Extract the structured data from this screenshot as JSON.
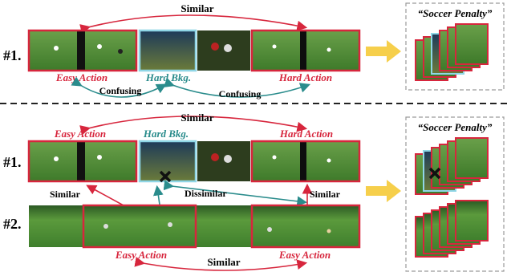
{
  "colors": {
    "red": "#d7263d",
    "teal": "#2a8c8c",
    "arrow_yellow": "#f6cf4b",
    "field_green": "#4b8a2b",
    "field_dark": "#2f5f22",
    "black": "#111111",
    "dash": "#222222",
    "box_border": "#9a9a9a"
  },
  "top": {
    "row_label": "#1.",
    "similar": "Similar",
    "confusing_left": "Confusing",
    "confusing_right": "Confusing",
    "easy_action": "Easy Action",
    "hard_bkg": "Hard Bkg.",
    "hard_action": "Hard Action",
    "query": "“Soccer Penalty”"
  },
  "bottom": {
    "row1_label": "#1.",
    "row2_label": "#2.",
    "similar_top": "Similar",
    "easy_action_top": "Easy Action",
    "hard_bkg": "Hard Bkg.",
    "hard_action": "Hard Action",
    "similar_left": "Similar",
    "dissimilar": "Dissimilar",
    "similar_right": "Similar",
    "easy_action_bl": "Easy Action",
    "easy_action_br": "Easy Action",
    "similar_bottom": "Similar",
    "query": "“Soccer Penalty”"
  },
  "icons": {
    "arrow": "right-arrow-icon",
    "cross": "cross-icon"
  }
}
